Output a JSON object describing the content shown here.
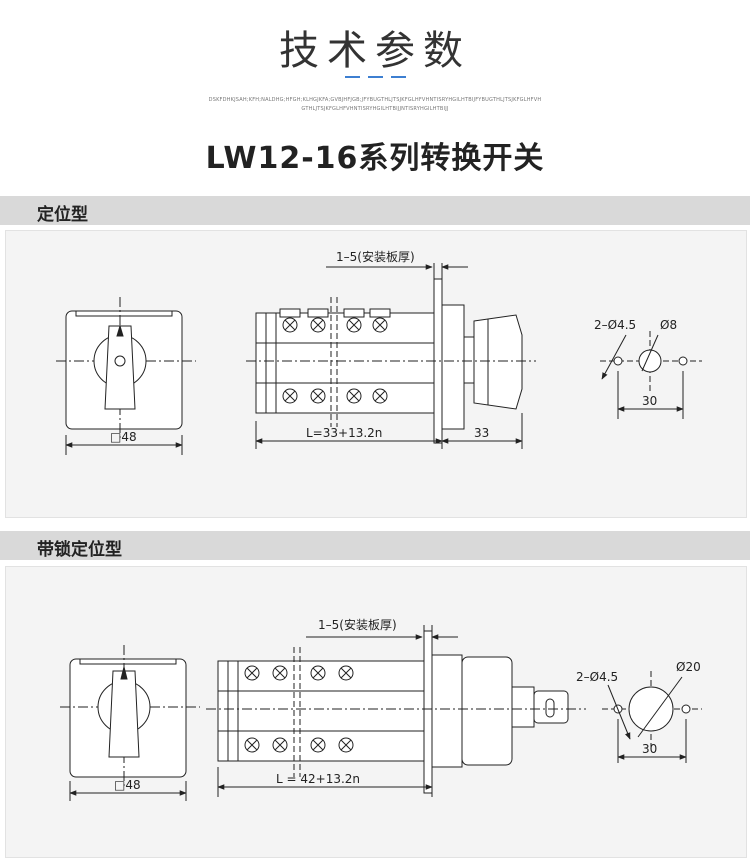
{
  "header": {
    "title": "技术参数",
    "subtext_line1": "DSKFDHKJSAH;KFH;NALDHG;HFGH;KLHGJKFA;GVBJHFJGB;JFYBUGTHLJTSJKFGLHFVHNTISRYHGILHTBIJFYBUGTHLJTSJKFGLHFVH",
    "subtext_line2": "GTHLJTSJKFGLHFVHNTISRYHGILHTBIJJNTISRYHGILHTBIJJ",
    "model": "LW12-16系列转换开关"
  },
  "section1": {
    "heading": "定位型",
    "plate_label": "1–5(安装板厚)",
    "front_label": "□48",
    "length_label": "L=33+13.2n",
    "knob_label": "33",
    "hole_label": "2–Ø4.5",
    "center_label": "Ø8",
    "spacing_label": "30"
  },
  "section2": {
    "heading": "带锁定位型",
    "plate_label": "1–5(安装板厚)",
    "front_label": "□48",
    "length_label": "L = 42+13.2n",
    "hole_label": "2–Ø4.5",
    "center_label": "Ø20",
    "spacing_label": "30"
  },
  "colors": {
    "accent": "#3d7fd1",
    "section_header": "#d9d9d9",
    "panel": "#f4f4f4",
    "line": "#222222"
  }
}
